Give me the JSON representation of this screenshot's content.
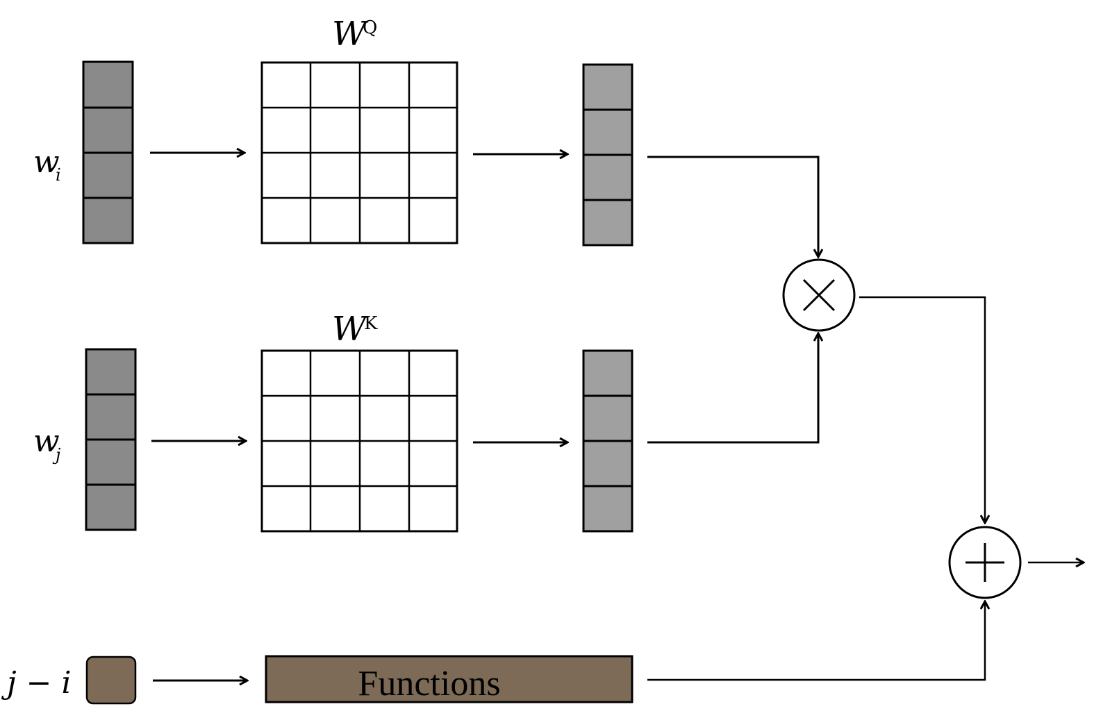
{
  "inputs": {
    "query_label": "w",
    "query_sub": "i",
    "key_label": "w",
    "key_sub": "j",
    "position_label": "j − i"
  },
  "matrices": {
    "query_name": "W",
    "query_sup": "Q",
    "key_name": "W",
    "key_sup": "K"
  },
  "functions_box": {
    "label": "Functions"
  },
  "operators": {
    "multiply_symbol": "×",
    "add_symbol": "+"
  },
  "colors": {
    "input_vector": "#8a8a8a",
    "projected_vector": "#a0a0a0",
    "position_fill": "#7d6b58",
    "matrix_fill": "#ffffff",
    "stroke": "#000000"
  }
}
